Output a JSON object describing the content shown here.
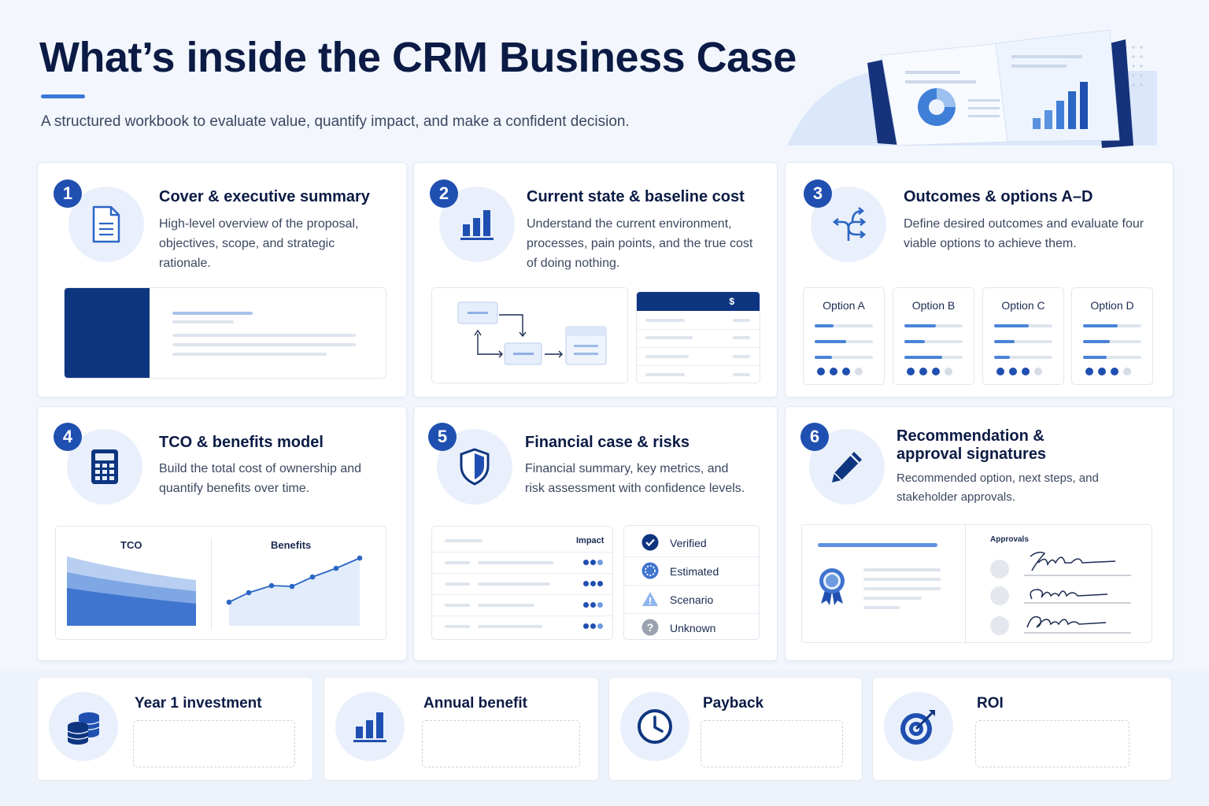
{
  "header": {
    "title": "What’s inside the CRM Business Case",
    "subtitle": "A structured workbook to evaluate value, quantify impact, and make a confident decision."
  },
  "colors": {
    "accent": "#1f4fb0",
    "navy": "#0e3580",
    "light": "#e9f0fb"
  },
  "sections": [
    {
      "number": "1",
      "icon": "document-icon",
      "title": "Cover & executive summary",
      "description": "High-level overview of the proposal, objectives, scope, and strategic rationale."
    },
    {
      "number": "2",
      "icon": "bar-chart-icon",
      "title": "Current state & baseline cost",
      "description": "Understand the current environment, processes, pain points, and the true cost of doing nothing."
    },
    {
      "number": "3",
      "icon": "split-arrows-icon",
      "title": "Outcomes & options A–D",
      "description": "Define desired outcomes and evaluate four viable options to achieve them."
    },
    {
      "number": "4",
      "icon": "calculator-icon",
      "title": "TCO & benefits model",
      "description": "Build the total cost of ownership and quantify benefits over time."
    },
    {
      "number": "5",
      "icon": "shield-icon",
      "title": "Financial case & risks",
      "description": "Financial summary, key metrics, and risk assessment with confidence levels."
    },
    {
      "number": "6",
      "icon": "pen-icon",
      "title": "Recommendation & approval signatures",
      "description": "Recommended option, next steps, and stakeholder approvals."
    }
  ],
  "baseline_table": {
    "header": "$"
  },
  "options": [
    {
      "label": "Option A",
      "score": 3
    },
    {
      "label": "Option B",
      "score": 3
    },
    {
      "label": "Option C",
      "score": 3
    },
    {
      "label": "Option D",
      "score": 3
    }
  ],
  "tco_chart": {
    "left_label": "TCO",
    "right_label": "Benefits"
  },
  "risk_table": {
    "header": "Impact",
    "rows": [
      3,
      3,
      3,
      3
    ]
  },
  "confidence_levels": [
    {
      "label": "Verified",
      "icon": "check-circle-icon"
    },
    {
      "label": "Estimated",
      "icon": "dotted-circle-icon"
    },
    {
      "label": "Scenario",
      "icon": "triangle-icon"
    },
    {
      "label": "Unknown",
      "icon": "question-circle-icon"
    }
  ],
  "approvals": {
    "label": "Approvals"
  },
  "metrics": [
    {
      "label": "Year 1 investment",
      "icon": "coins-icon"
    },
    {
      "label": "Annual benefit",
      "icon": "bar-chart-icon"
    },
    {
      "label": "Payback",
      "icon": "clock-icon"
    },
    {
      "label": "ROI",
      "icon": "target-icon"
    }
  ]
}
